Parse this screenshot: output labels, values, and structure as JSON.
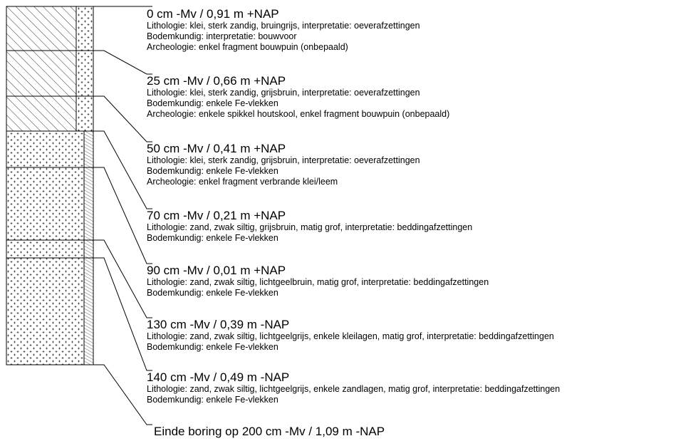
{
  "boring": {
    "layers": [
      {
        "title": "0 cm -Mv / 0,91 m +NAP",
        "lines": [
          "Lithologie: klei, sterk zandig, bruingrijs, interpretatie: oeverafzettingen",
          "Bodemkundig: interpretatie: bouwvoor",
          "Archeologie: enkel fragment bouwpuin (onbepaald)"
        ]
      },
      {
        "title": "25 cm -Mv / 0,66 m +NAP",
        "lines": [
          "Lithologie: klei, sterk zandig, grijsbruin, interpretatie: oeverafzettingen",
          "Bodemkundig: enkele Fe-vlekken",
          "Archeologie: enkele spikkel houtskool, enkel fragment bouwpuin (onbepaald)"
        ]
      },
      {
        "title": "50 cm -Mv / 0,41 m +NAP",
        "lines": [
          "Lithologie: klei, sterk zandig, grijsbruin, interpretatie: oeverafzettingen",
          "Bodemkundig: enkele Fe-vlekken",
          "Archeologie: enkel fragment verbrande klei/leem"
        ]
      },
      {
        "title": "70 cm -Mv / 0,21 m +NAP",
        "lines": [
          "Lithologie: zand, zwak siltig, grijsbruin, matig grof, interpretatie: beddingafzettingen",
          "Bodemkundig: enkele Fe-vlekken"
        ]
      },
      {
        "title": "90 cm -Mv / 0,01 m +NAP",
        "lines": [
          "Lithologie: zand, zwak siltig, lichtgeelbruin, matig grof, interpretatie: beddingafzettingen",
          "Bodemkundig: enkele Fe-vlekken"
        ]
      },
      {
        "title": "130 cm -Mv / 0,39 m -NAP",
        "lines": [
          "Lithologie: zand, zwak siltig, lichtgeelgrijs, enkele kleilagen, matig grof, interpretatie: beddingafzettingen",
          "Bodemkundig: enkele Fe-vlekken"
        ]
      },
      {
        "title": "140 cm -Mv / 0,49 m -NAP",
        "lines": [
          "Lithologie: zand, zwak siltig, lichtgeelgrijs, enkele zandlagen, matig grof, interpretatie: beddingafzettingen",
          "Bodemkundig: enkele Fe-vlekken"
        ]
      }
    ],
    "end_label": "Einde boring op 200 cm -Mv / 1,09 m -NAP"
  }
}
